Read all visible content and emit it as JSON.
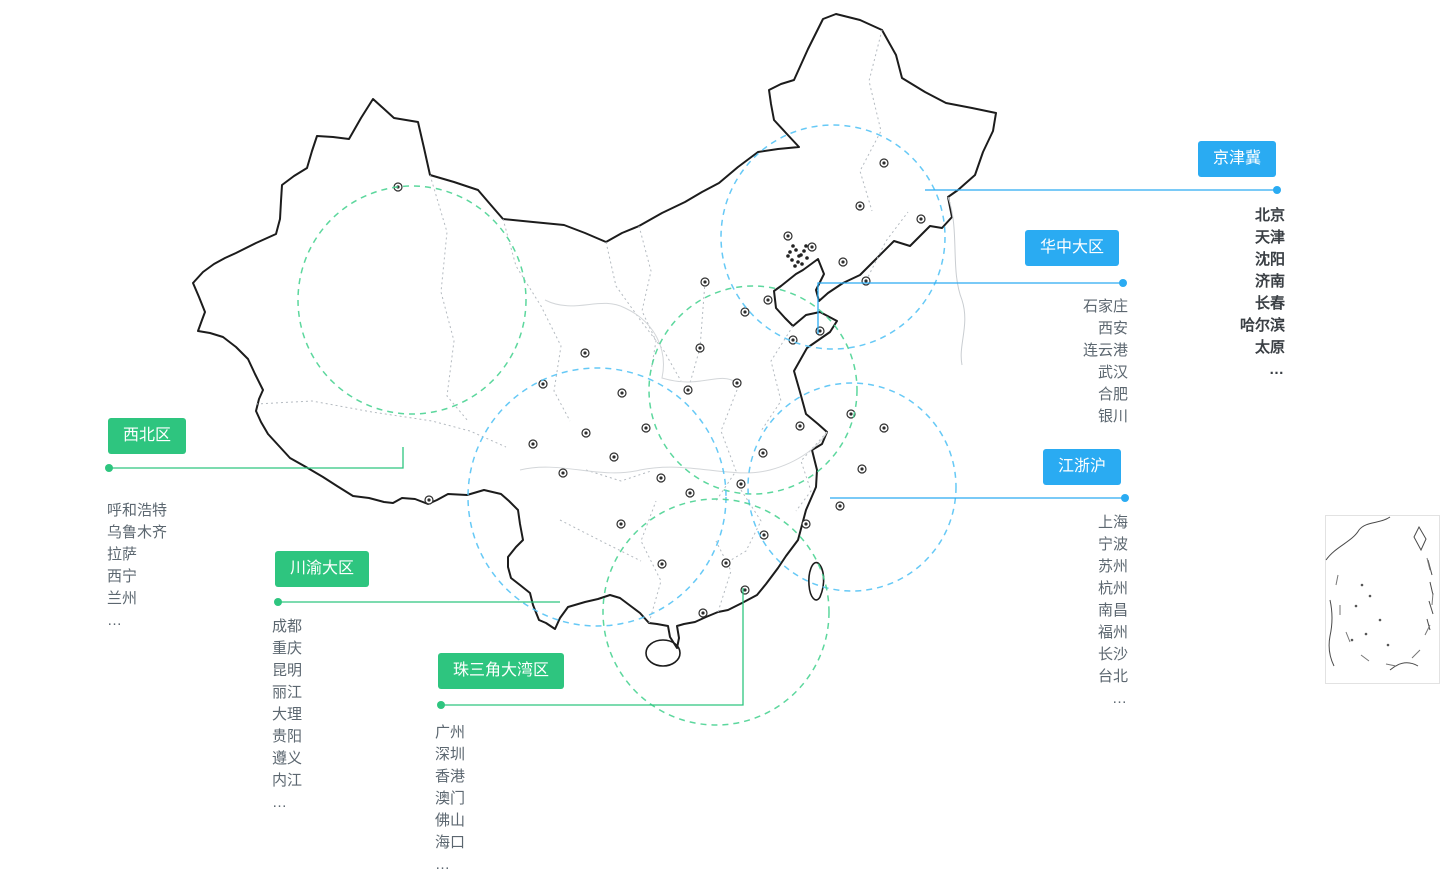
{
  "colors": {
    "blue": "#2aabf2",
    "green": "#2ec57f",
    "circle_blue": "#55c3f5",
    "circle_green": "#4ad392",
    "label_text": "#ffffff",
    "city_text": "#5c6770",
    "city_text_emphasis": "#3a3f44",
    "map_outline": "#1c1c1c",
    "province_line": "#b4bac0"
  },
  "regions": [
    {
      "id": "jingjinji",
      "name": "京津冀",
      "color": "blue",
      "cities": [
        "北京",
        "天津",
        "沈阳",
        "济南",
        "长春",
        "哈尔滨",
        "太原",
        "…"
      ]
    },
    {
      "id": "huazhong",
      "name": "华中大区",
      "color": "blue",
      "cities": [
        "石家庄",
        "西安",
        "连云港",
        "武汉",
        "合肥",
        "银川"
      ]
    },
    {
      "id": "xibei",
      "name": "西北区",
      "color": "green",
      "cities": [
        "呼和浩特",
        "乌鲁木齐",
        "拉萨",
        "西宁",
        "兰州",
        "…"
      ]
    },
    {
      "id": "chuanyu",
      "name": "川渝大区",
      "color": "green",
      "cities": [
        "成都",
        "重庆",
        "昆明",
        "丽江",
        "大理",
        "贵阳",
        "遵义",
        "内江",
        "…"
      ]
    },
    {
      "id": "zhusanjiao",
      "name": "珠三角大湾区",
      "color": "green",
      "cities": [
        "广州",
        "深圳",
        "香港",
        "澳门",
        "佛山",
        "海口",
        "…"
      ]
    },
    {
      "id": "jiangzhehu",
      "name": "江浙沪",
      "color": "blue",
      "cities": [
        "上海",
        "宁波",
        "苏州",
        "杭州",
        "南昌",
        "福州",
        "长沙",
        "台北",
        "…"
      ]
    }
  ]
}
